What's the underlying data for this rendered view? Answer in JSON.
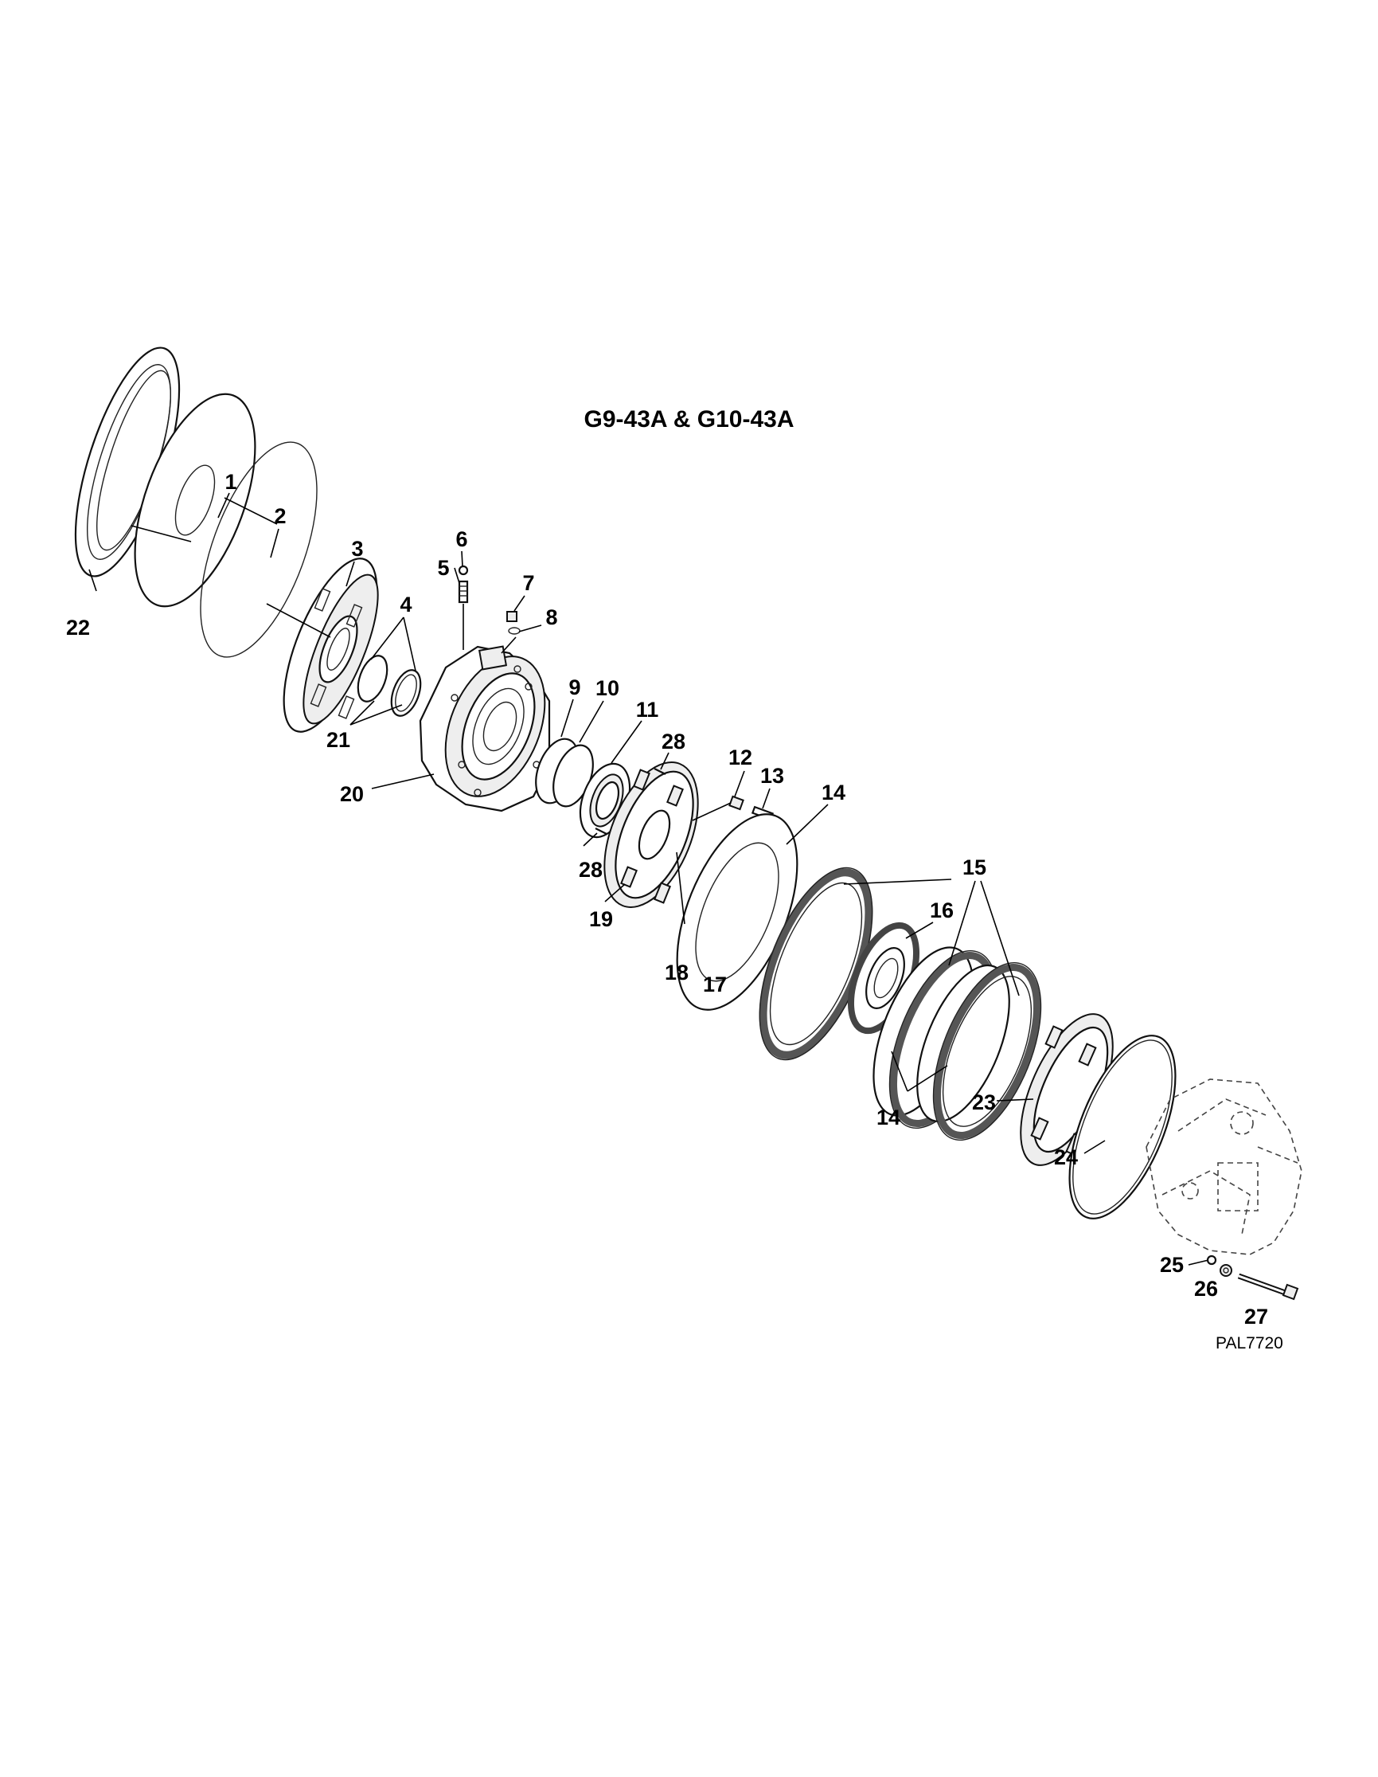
{
  "title": "G9-43A & G10-43A",
  "drawing_code": "PAL7720",
  "callouts": [
    {
      "id": "c1",
      "text": "1"
    },
    {
      "id": "c2",
      "text": "2"
    },
    {
      "id": "c3",
      "text": "3"
    },
    {
      "id": "c4",
      "text": "4"
    },
    {
      "id": "c5",
      "text": "5"
    },
    {
      "id": "c6",
      "text": "6"
    },
    {
      "id": "c7",
      "text": "7"
    },
    {
      "id": "c8",
      "text": "8"
    },
    {
      "id": "c9",
      "text": "9"
    },
    {
      "id": "c10",
      "text": "10"
    },
    {
      "id": "c11",
      "text": "11"
    },
    {
      "id": "c12",
      "text": "12"
    },
    {
      "id": "c13",
      "text": "13"
    },
    {
      "id": "c14a",
      "text": "14"
    },
    {
      "id": "c14b",
      "text": "14"
    },
    {
      "id": "c15",
      "text": "15"
    },
    {
      "id": "c16",
      "text": "16"
    },
    {
      "id": "c17",
      "text": "17"
    },
    {
      "id": "c18",
      "text": "18"
    },
    {
      "id": "c19",
      "text": "19"
    },
    {
      "id": "c20",
      "text": "20"
    },
    {
      "id": "c21",
      "text": "21"
    },
    {
      "id": "c22",
      "text": "22"
    },
    {
      "id": "c23",
      "text": "23"
    },
    {
      "id": "c24",
      "text": "24"
    },
    {
      "id": "c25",
      "text": "25"
    },
    {
      "id": "c26",
      "text": "26"
    },
    {
      "id": "c27",
      "text": "27"
    },
    {
      "id": "c28a",
      "text": "28"
    },
    {
      "id": "c28b",
      "text": "28"
    }
  ]
}
